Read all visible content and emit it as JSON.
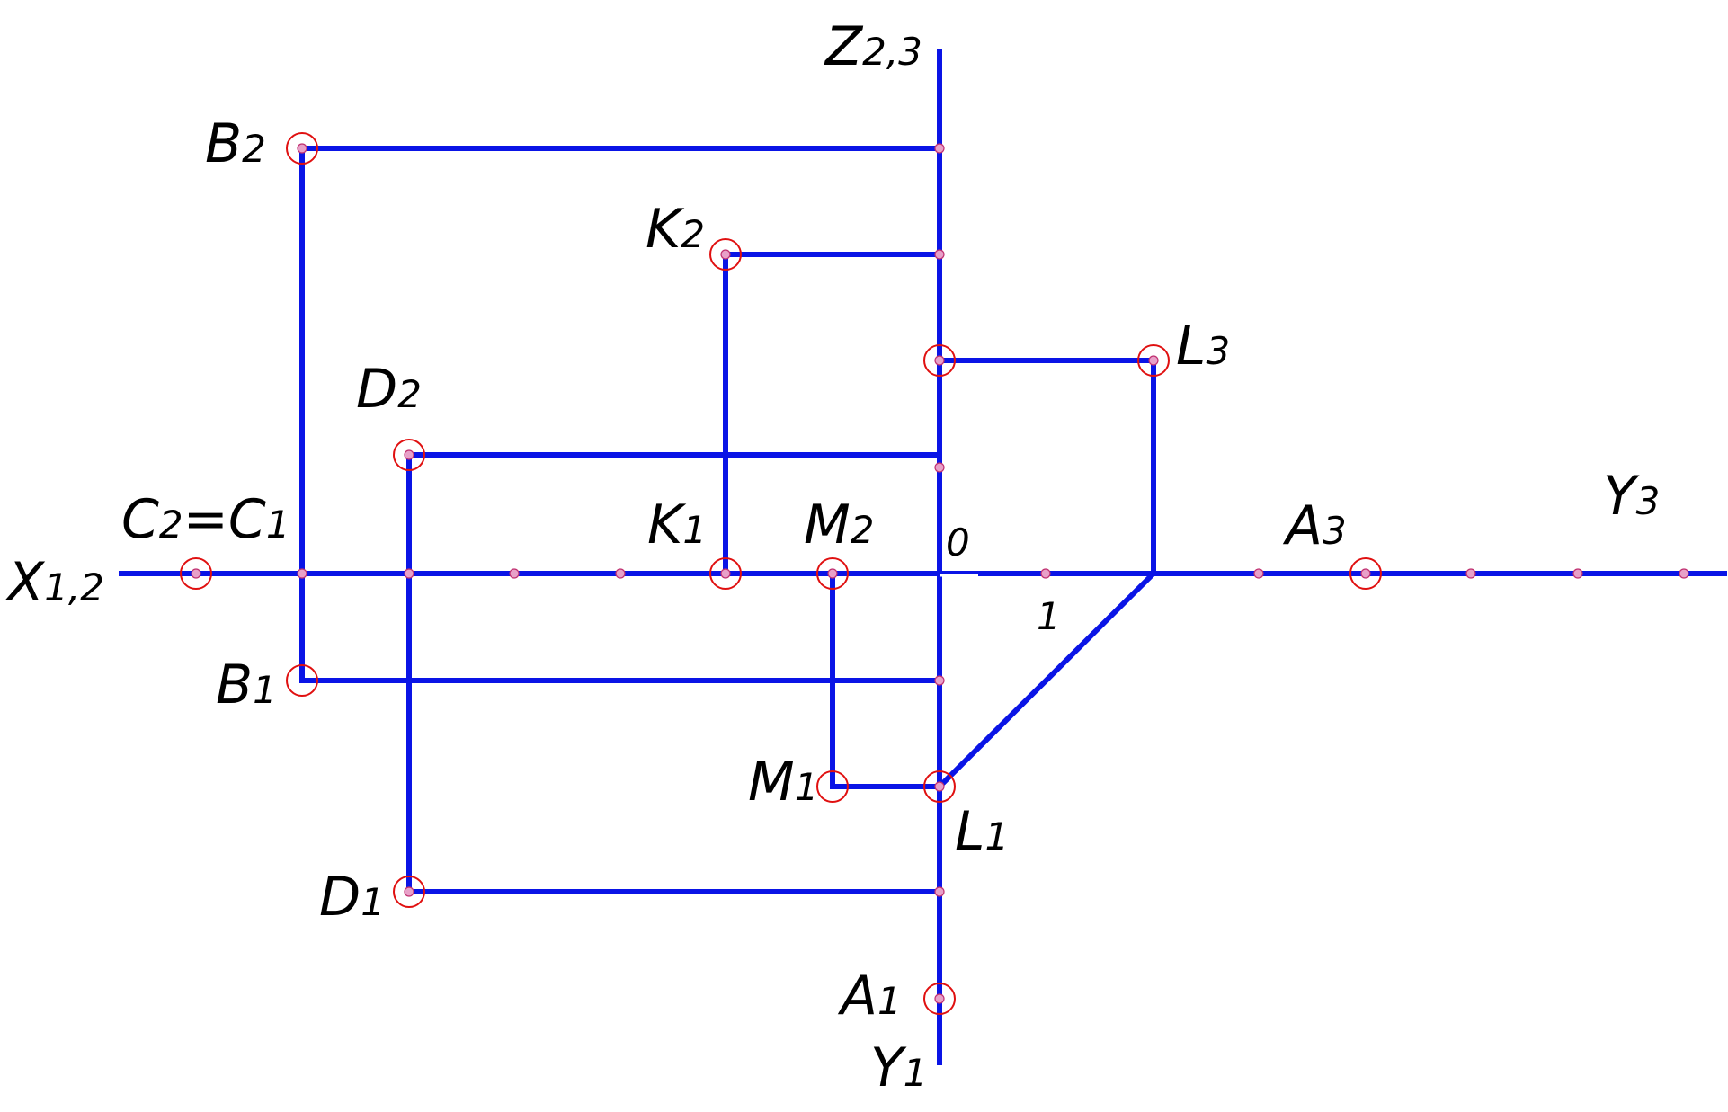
{
  "labels": {
    "z": {
      "main": "Z",
      "sub": "2,3"
    },
    "x": {
      "main": "X",
      "sub": "1,2"
    },
    "y3": {
      "main": "Y",
      "sub": "3"
    },
    "y1": {
      "main": "Y",
      "sub": "1"
    },
    "b2": {
      "main": "B",
      "sub": "2"
    },
    "b1": {
      "main": "B",
      "sub": "1"
    },
    "k2": {
      "main": "K",
      "sub": "2"
    },
    "k1": {
      "main": "K",
      "sub": "1"
    },
    "d2": {
      "main": "D",
      "sub": "2"
    },
    "d1": {
      "main": "D",
      "sub": "1"
    },
    "l3": {
      "main": "L",
      "sub": "3"
    },
    "l1": {
      "main": "L",
      "sub": "1"
    },
    "m2": {
      "main": "M",
      "sub": "2"
    },
    "m1": {
      "main": "M",
      "sub": "1"
    },
    "a3": {
      "main": "A",
      "sub": "3"
    },
    "a1": {
      "main": "A",
      "sub": "1"
    },
    "c": {
      "c2": "C",
      "c2sub": "2",
      "eq": "=",
      "c1": "C",
      "c1sub": "1"
    },
    "origin": "0",
    "unit": "1"
  },
  "colors": {
    "lines": "#0a14e6",
    "point_markers": "#e01010",
    "text": "#000000",
    "background": "#ffffff"
  },
  "icons": {
    "point_marker": "circle-with-center-dot"
  }
}
